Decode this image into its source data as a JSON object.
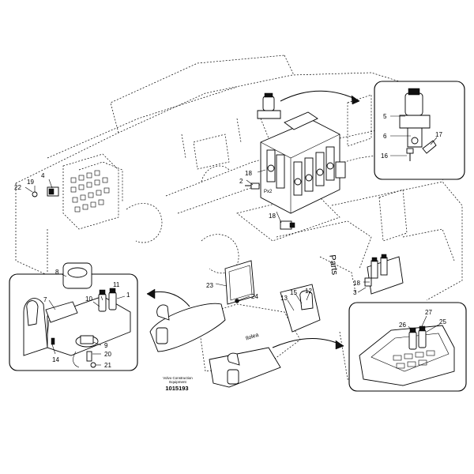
{
  "caption": {
    "line1": "Volvo Construction",
    "line2": "Equipment",
    "drawing_number": "1015193"
  },
  "frame_lettering": {
    "parts": "Parts",
    "parts_frame": "Ilolea"
  },
  "part_numbers": {
    "p1": "1",
    "p2": "2",
    "p3": "3",
    "p4": "4",
    "p5": "5",
    "p6": "6",
    "p7": "7",
    "p8": "8",
    "p9": "9",
    "p10": "10",
    "p11": "11",
    "p12": "12",
    "p13": "13",
    "p14": "14",
    "p15": "15",
    "p16": "16",
    "p17": "17",
    "p18a": "18",
    "p18b": "18",
    "p18c": "18",
    "p19": "19",
    "p20": "20",
    "p21": "21",
    "p22": "22",
    "p23": "23",
    "p24": "24",
    "p25": "25",
    "p26": "26",
    "p27": "27"
  },
  "annotations": {
    "quantity_mark": "Px2"
  },
  "colors": {
    "ink": "#000000",
    "paper": "#ffffff"
  }
}
